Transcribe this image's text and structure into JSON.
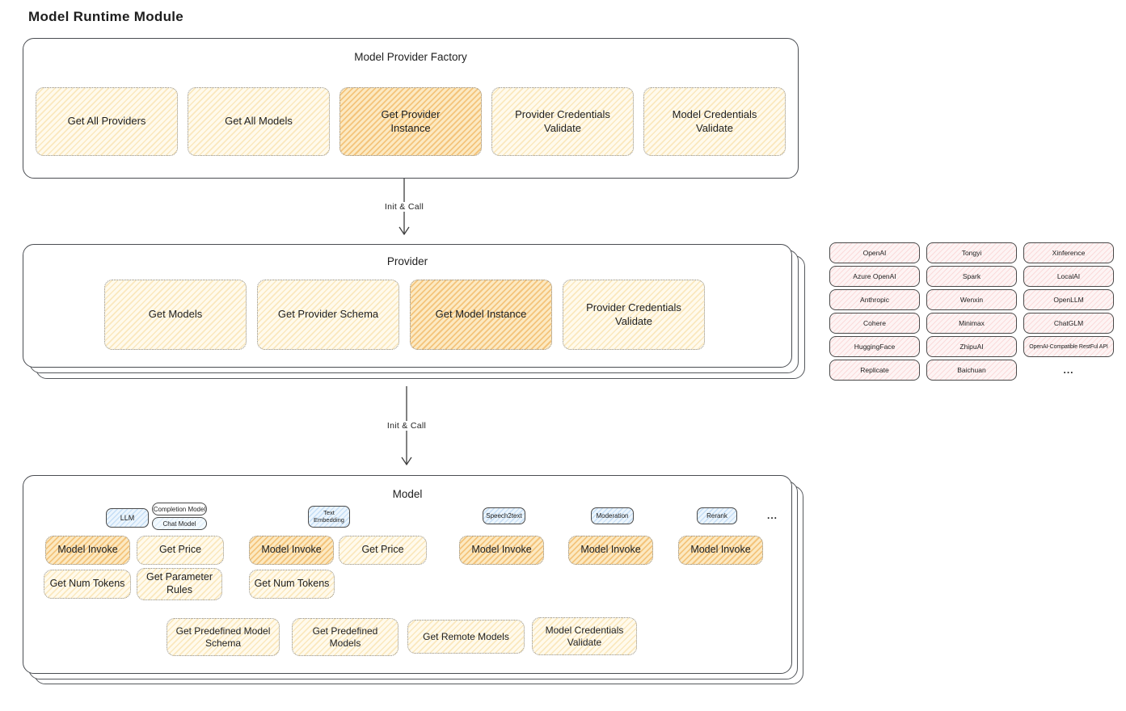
{
  "page": {
    "title": "Model Runtime Module"
  },
  "colors": {
    "stroke": "#4a4d52",
    "yellow_fill": "#fffaec",
    "yellow_hatch": "#f2c465",
    "orange_fill": "#fbe7c0",
    "orange_hatch": "#eda33b",
    "pink_fill": "#fdf4f4",
    "pink_hatch": "#f6a0a0",
    "blue_fill": "#ecf5fd",
    "blue_hatch": "#86bae9"
  },
  "arrows": {
    "factory_to_provider": "Init & Call",
    "provider_to_model": "Init & Call"
  },
  "factory": {
    "title": "Model Provider Factory",
    "items": [
      {
        "label": "Get All Providers",
        "highlight": false
      },
      {
        "label": "Get All Models",
        "highlight": false
      },
      {
        "label": "Get Provider Instance",
        "highlight": true
      },
      {
        "label": "Provider Credentials Validate",
        "highlight": false
      },
      {
        "label": "Model Credentials Validate",
        "highlight": false
      }
    ]
  },
  "provider": {
    "title": "Provider",
    "items": [
      {
        "label": "Get Models",
        "highlight": false
      },
      {
        "label": "Get Provider Schema",
        "highlight": false
      },
      {
        "label": "Get Model Instance",
        "highlight": true
      },
      {
        "label": "Provider Credentials Validate",
        "highlight": false
      }
    ]
  },
  "provider_list": {
    "items": [
      "OpenAI",
      "Tongyi",
      "Xinference",
      "Azure OpenAI",
      "Spark",
      "LocalAI",
      "Anthropic",
      "Wenxin",
      "OpenLLM",
      "Cohere",
      "Minimax",
      "ChatGLM",
      "HuggingFace",
      "ZhipuAI",
      "OpenAI-Compatible RestFul API",
      "Replicate",
      "Baichuan"
    ],
    "more": "..."
  },
  "model": {
    "title": "Model",
    "tabs": [
      {
        "label": "LLM"
      },
      {
        "label": "Completion Model"
      },
      {
        "label": "Chat Model"
      },
      {
        "label": "Text Embedding"
      },
      {
        "label": "Speech2text"
      },
      {
        "label": "Moderation"
      },
      {
        "label": "Rerank"
      }
    ],
    "tabs_more": "...",
    "methods": [
      {
        "label": "Model Invoke",
        "highlight": true
      },
      {
        "label": "Get Price",
        "highlight": false
      },
      {
        "label": "Get Num Tokens",
        "highlight": false
      },
      {
        "label": "Get Parameter Rules",
        "highlight": false
      },
      {
        "label": "Model Invoke",
        "highlight": true
      },
      {
        "label": "Get Price",
        "highlight": false
      },
      {
        "label": "Get Num Tokens",
        "highlight": false
      },
      {
        "label": "Model Invoke",
        "highlight": true
      },
      {
        "label": "Model Invoke",
        "highlight": true
      },
      {
        "label": "Model Invoke",
        "highlight": true
      },
      {
        "label": "Get Predefined Model Schema",
        "highlight": false
      },
      {
        "label": "Get Predefined Models",
        "highlight": false
      },
      {
        "label": "Get Remote Models",
        "highlight": false
      },
      {
        "label": "Model Credentials Validate",
        "highlight": false
      }
    ]
  }
}
